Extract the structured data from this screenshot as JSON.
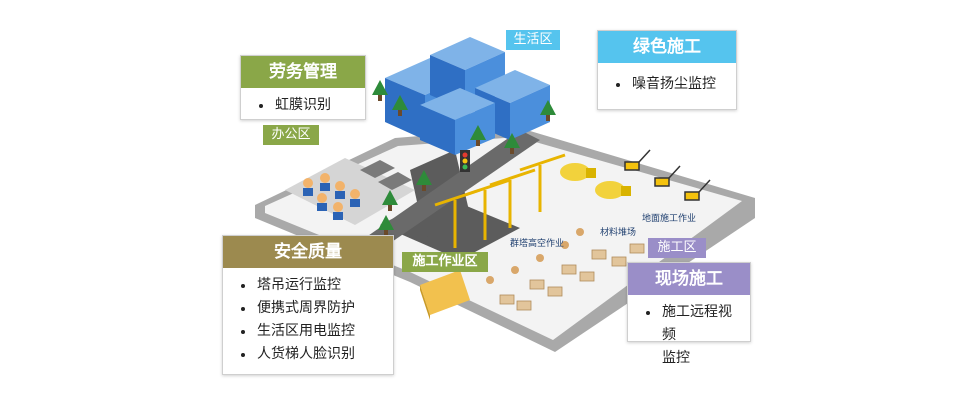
{
  "colors": {
    "labor": "#8aa748",
    "green_construction": "#55c4ee",
    "safety": "#9c8a4f",
    "site": "#9a8ec8"
  },
  "cards": {
    "labor": {
      "title": "劳务管理",
      "items": [
        "虹膜识别"
      ]
    },
    "green": {
      "title": "绿色施工",
      "items": [
        "噪音扬尘监控"
      ]
    },
    "safety": {
      "title": "安全质量",
      "items": [
        "塔吊运行监控",
        "便携式周界防护",
        "生活区用电监控",
        "人货梯人脸识别"
      ]
    },
    "site": {
      "title": "现场施工",
      "items": [
        "施工远程视频",
        "监控"
      ]
    }
  },
  "tags": {
    "living_area": "生活区",
    "office_area": "办公区",
    "work_area": "施工作业区",
    "construction_area": "施工区"
  },
  "ground_labels": {
    "ground_work": "地面施工作业",
    "material_yard": "材料堆场",
    "tower_work": "群塔高空作业"
  }
}
